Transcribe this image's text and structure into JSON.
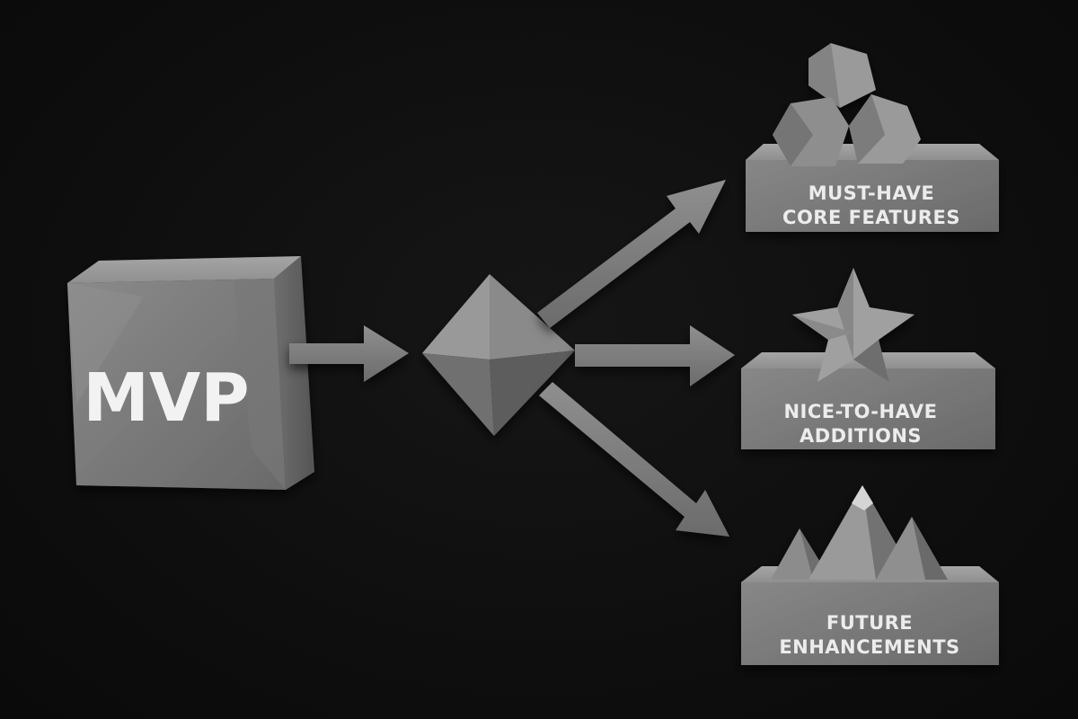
{
  "source": {
    "label": "MVP"
  },
  "outcomes": [
    {
      "line1": "MUST-HAVE",
      "line2": "CORE FEATURES",
      "icon": "rocks-icon"
    },
    {
      "line1": "NICE-TO-HAVE",
      "line2": "ADDITIONS",
      "icon": "star-icon"
    },
    {
      "line1": "FUTURE",
      "line2": "ENHANCEMENTS",
      "icon": "mountains-icon"
    }
  ],
  "colors": {
    "background": "#0f0f0f",
    "shape": "#7d7d7d",
    "text": "#ececec"
  }
}
